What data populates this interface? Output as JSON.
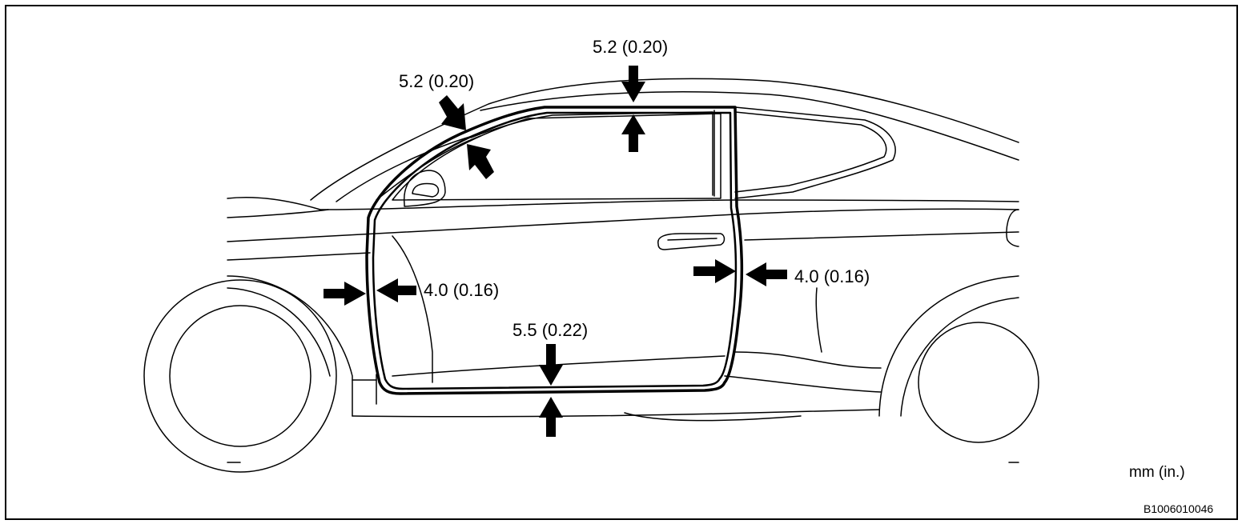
{
  "measurements": [
    {
      "id": "top",
      "label": "5.2 (0.20)"
    },
    {
      "id": "pillar",
      "label": "5.2 (0.20)"
    },
    {
      "id": "front",
      "label": "4.0 (0.16)"
    },
    {
      "id": "rear",
      "label": "4.0 (0.16)"
    },
    {
      "id": "bottom",
      "label": "5.5 (0.22)"
    }
  ],
  "unit_label": "mm (in.)",
  "figure_code": "B1006010046"
}
